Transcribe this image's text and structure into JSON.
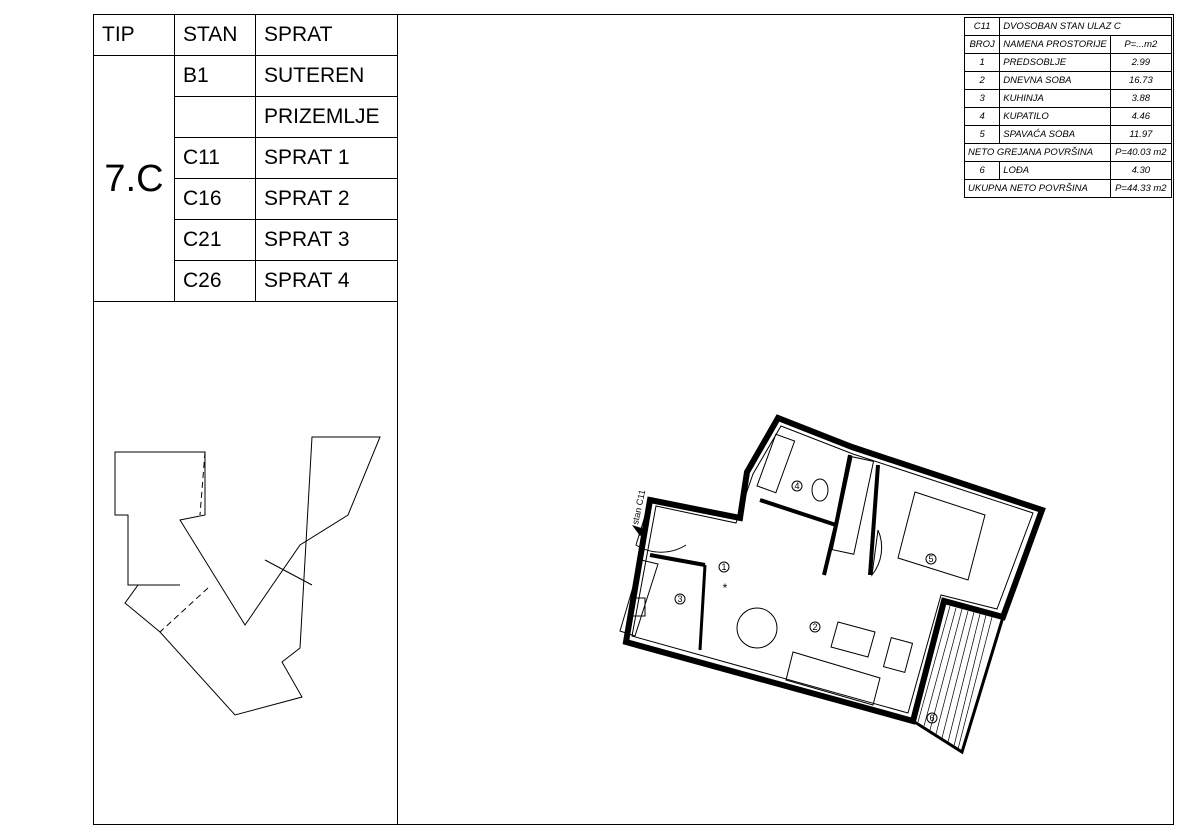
{
  "left_table": {
    "headers": [
      "TIP",
      "STAN",
      "SPRAT"
    ],
    "tip": "7.C",
    "rows": [
      {
        "stan": "B1",
        "sprat": "SUTEREN"
      },
      {
        "stan": "",
        "sprat": "PRIZEMLJE"
      },
      {
        "stan": "C11",
        "sprat": "SPRAT 1"
      },
      {
        "stan": "C16",
        "sprat": "SPRAT 2"
      },
      {
        "stan": "C21",
        "sprat": "SPRAT 3"
      },
      {
        "stan": "C26",
        "sprat": "SPRAT 4"
      }
    ]
  },
  "room_table": {
    "unit": "C11",
    "unit_title": "DVOSOBAN STAN ULAZ C",
    "col_broj": "BROJ",
    "col_namena": "NAMENA PROSTORIJE",
    "col_p": "P=...m2",
    "rooms": [
      {
        "num": "1",
        "name": "PREDSOBLJE",
        "area": "2.99"
      },
      {
        "num": "2",
        "name": "DNEVNA SOBA",
        "area": "16.73"
      },
      {
        "num": "3",
        "name": "KUHINJA",
        "area": "3.88"
      },
      {
        "num": "4",
        "name": "KUPATILO",
        "area": "4.46"
      },
      {
        "num": "5",
        "name": "SPAVAĆA SOBA",
        "area": "11.97"
      }
    ],
    "neto_label": "NETO GREJANA POVRŠINA",
    "neto_value": "P=40.03 m2",
    "loggia": {
      "num": "6",
      "name": "LOĐA",
      "area": "4.30"
    },
    "total_label": "UKUPNA NETO POVRŠINA",
    "total_value": "P=44.33 m2"
  },
  "plan": {
    "entrance_label": "stan C11",
    "room_markers": [
      "1",
      "2",
      "3",
      "4",
      "5",
      "6"
    ],
    "star": "*"
  }
}
